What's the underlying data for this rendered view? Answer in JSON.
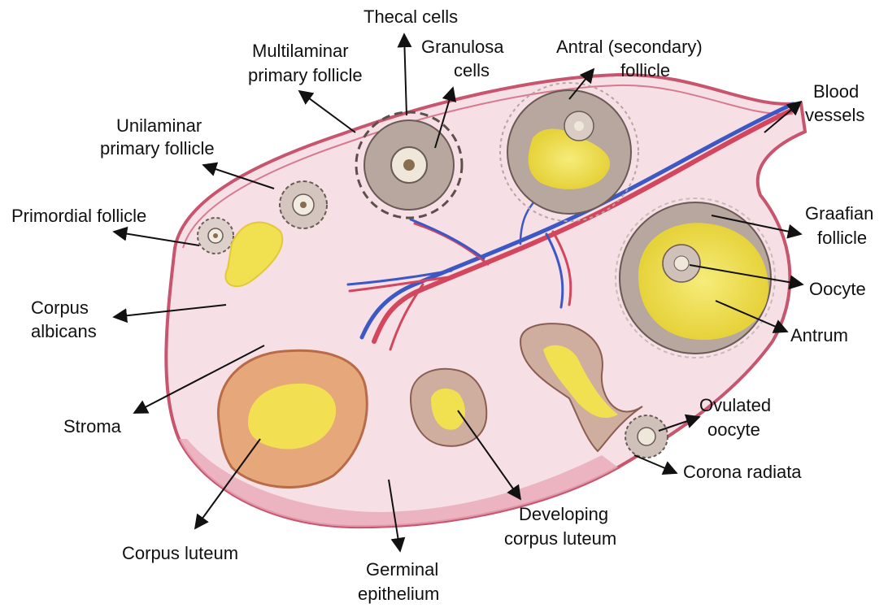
{
  "labels": {
    "thecal_cells": "Thecal cells",
    "multilaminar_line1": "Multilaminar",
    "multilaminar_line2": "primary follicle",
    "granulosa_line1": "Granulosa",
    "granulosa_line2": "cells",
    "antral_line1": "Antral (secondary)",
    "antral_line2": "follicle",
    "blood_line1": "Blood",
    "blood_line2": "vessels",
    "unilaminar_line1": "Unilaminar",
    "unilaminar_line2": "primary follicle",
    "primordial": "Primordial follicle",
    "graafian_line1": "Graafian",
    "graafian_line2": "follicle",
    "oocyte": "Oocyte",
    "corpus_albicans_line1": "Corpus",
    "corpus_albicans_line2": "albicans",
    "antrum": "Antrum",
    "stroma": "Stroma",
    "ovulated_line1": "Ovulated",
    "ovulated_line2": "oocyte",
    "corona_radiata": "Corona radiata",
    "developing_line1": "Developing",
    "developing_line2": "corpus luteum",
    "corpus_luteum": "Corpus luteum",
    "germinal_line1": "Germinal",
    "germinal_line2": "epithelium"
  },
  "colors": {
    "ovary_fill": "#f7dfe6",
    "ovary_edge": "#c8556e",
    "cortex_band": "#e9a9b8",
    "follicle_cells": "#b7a79f",
    "follicle_outline": "#6a5a55",
    "antrum_yellow": "#f1e24a",
    "luteum_orange": "#e6a77a",
    "artery_red": "#d2465e",
    "vein_blue": "#3b58c4",
    "arrow": "#111111"
  }
}
